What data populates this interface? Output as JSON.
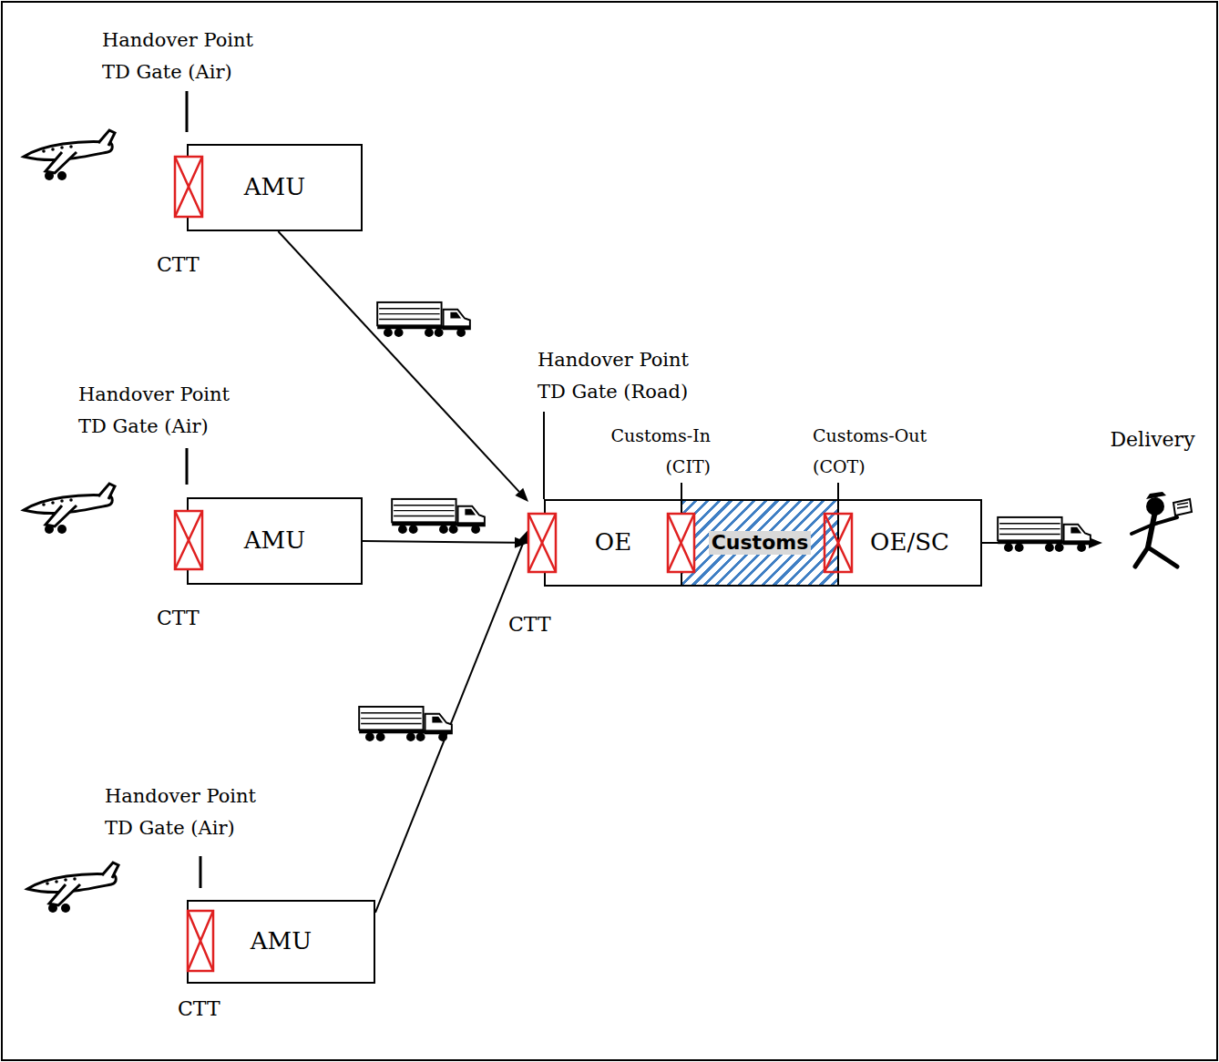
{
  "diagram": {
    "nodes": [
      {
        "text": [
          "AMU"
        ]
      },
      {
        "text": [
          "AMU"
        ]
      },
      {
        "text": [
          "OE"
        ]
      },
      {
        "text": [
          "Customs"
        ]
      },
      {
        "text": [
          "OE/SC"
        ]
      },
      {
        "text": [
          "Delivery"
        ]
      },
      {
        "text": [
          "AMU"
        ]
      }
    ],
    "edges": [
      {
        "from": 0,
        "to": 2,
        "arrow": "to"
      },
      {
        "from": 1,
        "to": 2,
        "arrow": "to"
      },
      {
        "from": 6,
        "to": 2,
        "arrow": "to"
      },
      {
        "from": 4,
        "to": 5,
        "arrow": "to"
      }
    ],
    "labels": [
      "Handover Point TD Gate (Air)",
      "CTT",
      "Handover Point TD Gate (Road)",
      "Customs-In (CIT)",
      "Customs-Out (COT)",
      "Handover Point TD Gate (Air)",
      "CTT",
      "CTT",
      "Handover Point TD Gate (Air)",
      "CTT"
    ]
  }
}
